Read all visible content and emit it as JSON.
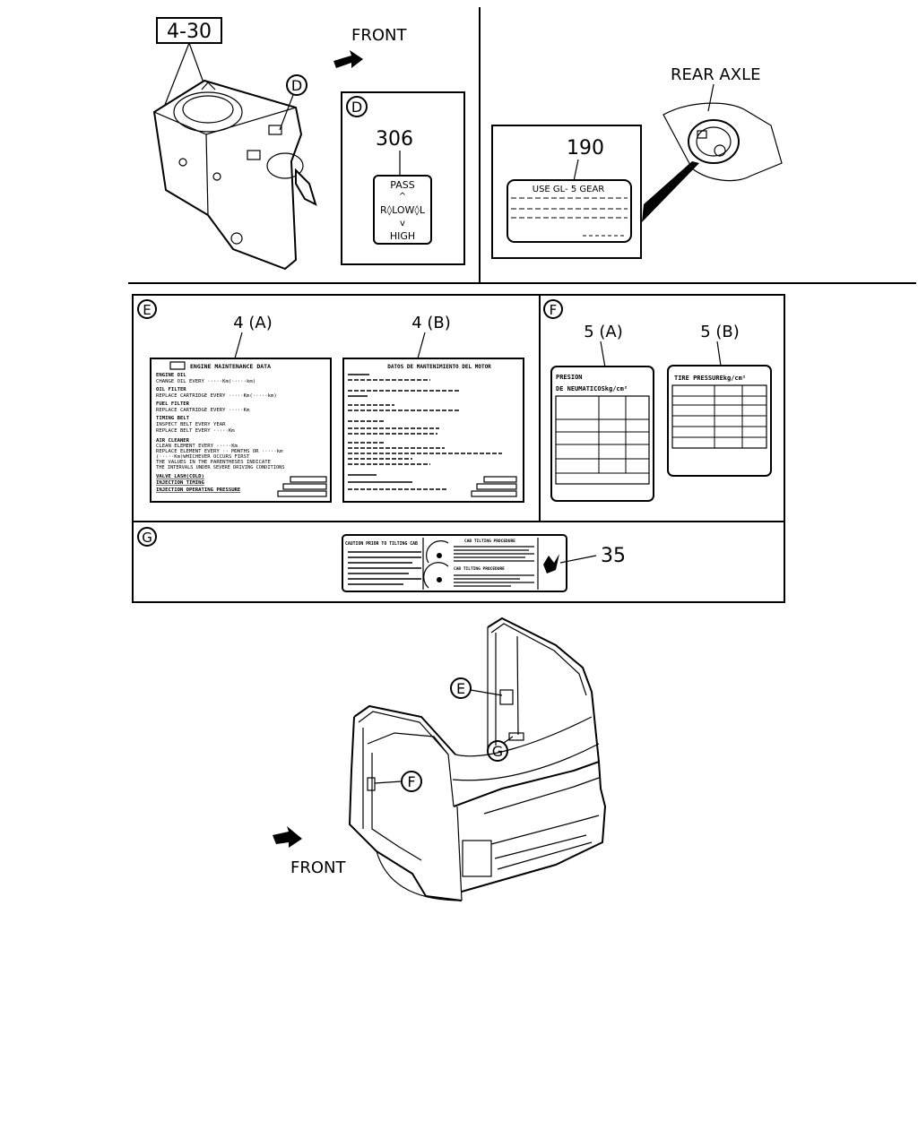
{
  "callouts": {
    "bracket_ref": "4-30",
    "front_top": "FRONT",
    "rear_axle": "REAR AXLE",
    "front_bottom": "FRONT",
    "ref_35": "35"
  },
  "panel_d": {
    "circle": "D",
    "part_no": "306",
    "pass": "PASS",
    "middle": "R◊LOW◊L",
    "high": "HIGH"
  },
  "panel_190": {
    "part_no": "190",
    "text": "USE GL- 5 GEAR"
  },
  "panel_e": {
    "circle": "E",
    "label_a": "4 (A)",
    "label_b": "4 (B)",
    "a_lines": [
      "ENGINE MAINTENANCE DATA",
      "ENGINE OIL",
      "CHANGE OIL EVERY ·····Km(·····km)",
      "OIL FILTER",
      "REPLACE CARTRIDGE EVERY ·····Km(·····km)",
      "FUEL FILTER",
      "REPLACE CARTRIDGE EVERY ·····Km",
      "TIMING BELT",
      "INSPECT BELT EVERY YEAR",
      "REPLACE BELT EVERY ·····Km",
      "AIR CLEANER",
      "CLEAN ELEMENT EVERY ·····Km",
      "REPLACE ELEMENT EVERY ·· MONTHS OR ·····km",
      "(·····Km)WHICHEVER OCCURS FIRST",
      "THE VALUES IN THE PARENTHESES INDICATE",
      "THE INTERVALS UNDER SEVERE DRIVING CONDITIONS",
      "VALVE LASH(COLD)",
      "INJECTION TIMING",
      "INJECTION OPERATING PRESSURE"
    ],
    "b_title": "DATOS DE MANTENIMIENTO DEL MOTOR"
  },
  "panel_f": {
    "circle": "F",
    "label_a": "5 (A)",
    "label_b": "5 (B)",
    "a_title_1": "PRESION",
    "a_title_2": "DE NEUMATICOSkg/cm²",
    "b_title": "TIRE PRESSUREkg/cm²"
  },
  "panel_g": {
    "circle": "G",
    "left_title": "CAUTION PRIOR TO TILTING CAB",
    "mid_title_1": "CAB TILTING PROCEDURE",
    "mid_title_2": "CAB TILTING PROCEDURE"
  },
  "cab": {
    "circle_e": "E",
    "circle_g": "G",
    "circle_f": "F"
  }
}
